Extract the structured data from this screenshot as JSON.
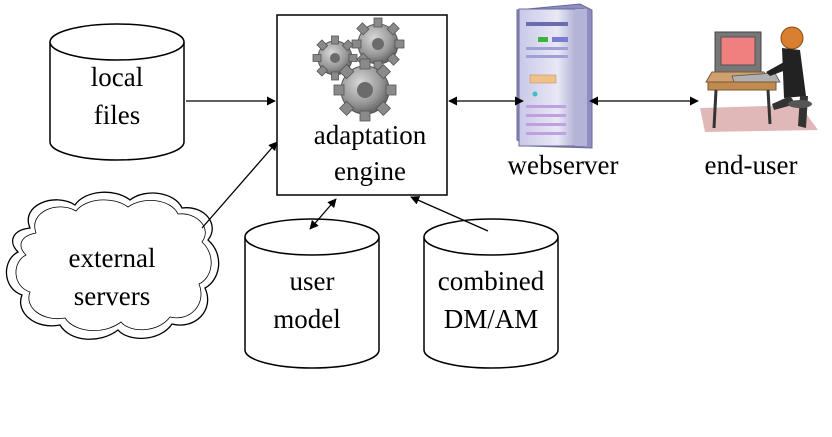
{
  "nodes": {
    "local_files": {
      "line1": "local",
      "line2": "files"
    },
    "adaptation_engine": {
      "line1": "adaptation",
      "line2": "engine"
    },
    "webserver": {
      "label": "webserver"
    },
    "end_user": {
      "label": "end-user"
    },
    "external_servers": {
      "line1": "external",
      "line2": "servers"
    },
    "user_model": {
      "line1": "user",
      "line2": "model"
    },
    "combined": {
      "line1": "combined",
      "line2": "DM/AM"
    }
  },
  "icons": {
    "engine": "gears-icon",
    "webserver": "server-tower-icon",
    "end_user": "person-at-computer-icon"
  }
}
